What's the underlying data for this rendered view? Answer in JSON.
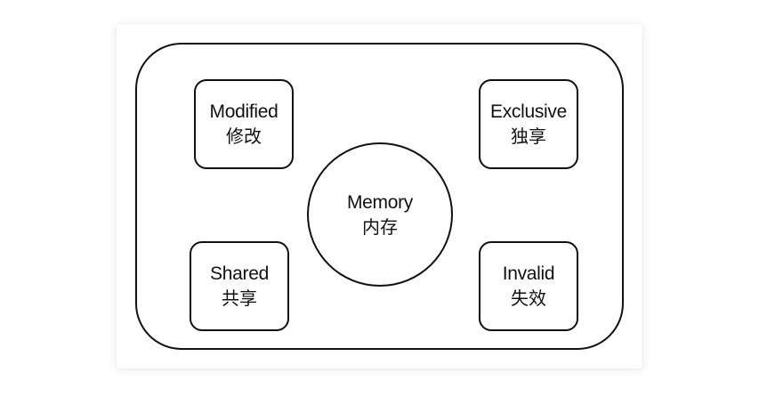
{
  "diagram": {
    "type": "MESI cache coherence states",
    "container_label": "",
    "center": {
      "en": "Memory",
      "zh": "内存"
    },
    "states": [
      {
        "key": "modified",
        "en": "Modified",
        "zh": "修改",
        "position": "top-left"
      },
      {
        "key": "exclusive",
        "en": "Exclusive",
        "zh": "独享",
        "position": "top-right"
      },
      {
        "key": "shared",
        "en": "Shared",
        "zh": "共享",
        "position": "bottom-left"
      },
      {
        "key": "invalid",
        "en": "Invalid",
        "zh": "失效",
        "position": "bottom-right"
      }
    ],
    "colors": {
      "stroke": "#111111",
      "fill": "#ffffff",
      "text": "#111111"
    }
  }
}
